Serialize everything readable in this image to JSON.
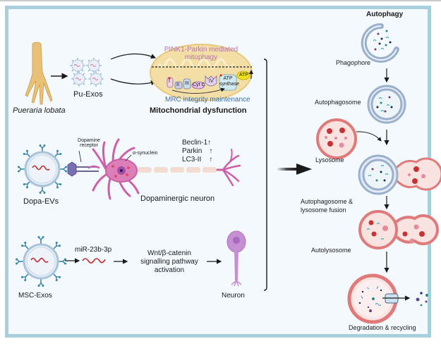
{
  "colors": {
    "frame_border": "#a8d0dc",
    "background": "#f4f9fd",
    "mitochondria_fill": "#f3dfa6",
    "pink1_text": "#b576ad",
    "mrc_text": "#3c6ea8",
    "neuron_pink": "#cc5fa8",
    "neuron_purple": "#c68fd3",
    "lysosome_red": "#e07a7a",
    "autophagosome_blue": "#9bb0cc",
    "exosome_blue": "#3a86a8",
    "rna_red": "#c0272d",
    "atp_yellow": "#f3e21b"
  },
  "left_panel": {
    "row1": {
      "source_label": "Pueraria lobata",
      "exosome_label": "Pu-Exos",
      "mito_top_label_line1": "PINK1-Parkin mediated",
      "mito_top_label_line2": "mitophagy",
      "mrc_label": "MRC integrity maintenance",
      "complex_labels": [
        "I",
        "II",
        "III",
        "Cyt C",
        "IV",
        "ATP synthase"
      ],
      "atp_label": "ATP",
      "title": "Mitochondrial dysfunction"
    },
    "row2": {
      "exosome_label": "Dopa-EVs",
      "receptor_label_line1": "Dopamine",
      "receptor_label_line2": "receptor",
      "synuclein_label": "α-synuclein",
      "markers": [
        {
          "name": "Beclin-1",
          "change": "↑"
        },
        {
          "name": "Parkin",
          "change": "↑"
        },
        {
          "name": "LC3-II",
          "change": "↑"
        }
      ],
      "neuron_label": "Dopaminergic neuron"
    },
    "row3": {
      "exosome_label": "MSC-Exos",
      "mirna_label": "miR-23b-3p",
      "pathway_line1": "Wnt/β-catenin",
      "pathway_line2": "signalling pathway",
      "pathway_line3": "activation",
      "neuron_label": "Neuron"
    }
  },
  "right_panel": {
    "title": "Autophagy",
    "stages": [
      {
        "label": "Phagophore"
      },
      {
        "label": "Autophagosome"
      },
      {
        "label": "Lysosome"
      },
      {
        "label": "Autophagosome &",
        "label2": "lysosome fusion"
      },
      {
        "label": "Autolysosome"
      },
      {
        "label": "Degradation & recycling"
      }
    ]
  }
}
